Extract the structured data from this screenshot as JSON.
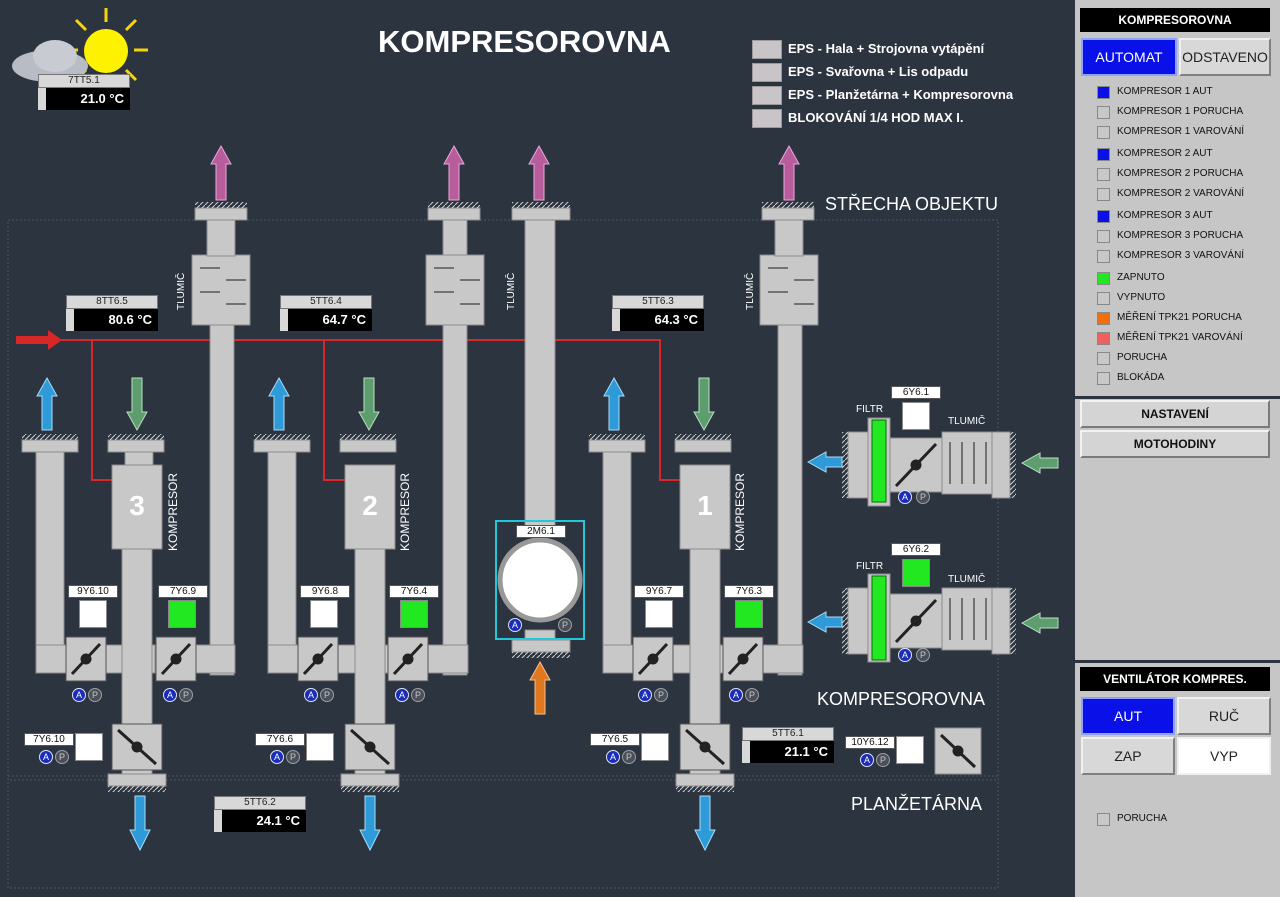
{
  "title": "KOMPRESOROVNA",
  "outdoor_sensor": {
    "tag": "7TT5.1",
    "value": "21.0 °C"
  },
  "eps": [
    {
      "label": "EPS - Hala + Strojovna vytápění"
    },
    {
      "label": "EPS - Svařovna + Lis odpadu"
    },
    {
      "label": "EPS - Planžetárna + Kompresorovna"
    },
    {
      "label": "BLOKOVÁNÍ 1/4 HOD MAX I."
    }
  ],
  "sections": {
    "roof": "STŘECHA OBJEKTU",
    "room": "KOMPRESOROVNA",
    "planz": "PLANŽETÁRNA"
  },
  "silencer_label": "TLUMIČ",
  "compressor_label": "KOMPRESOR",
  "filter_label": "FILTR",
  "ap": {
    "a": "A",
    "p": "P"
  },
  "compressors": [
    {
      "number": "3",
      "temp": {
        "tag": "8TT6.5",
        "value": "80.6 °C"
      },
      "valve_left": "9Y6.10",
      "valve_right": "7Y6.9",
      "valve_bottom": "7Y6.10"
    },
    {
      "number": "2",
      "temp": {
        "tag": "5TT6.4",
        "value": "64.7 °C"
      },
      "valve_left": "9Y6.8",
      "valve_right": "7Y6.4",
      "valve_bottom": "7Y6.6"
    },
    {
      "number": "1",
      "temp": {
        "tag": "5TT6.3",
        "value": "64.3 °C"
      },
      "valve_left": "9Y6.7",
      "valve_right": "7Y6.3",
      "valve_bottom": "7Y6.5"
    }
  ],
  "fan": {
    "tag": "2M6.1"
  },
  "intakes": [
    {
      "tag": "6Y6.1"
    },
    {
      "tag": "6Y6.2"
    }
  ],
  "room_sensor": {
    "tag": "5TT6.1",
    "value": "21.1 °C"
  },
  "planz_sensor": {
    "tag": "5TT6.2",
    "value": "24.1 °C"
  },
  "extra_valve": {
    "tag": "10Y6.12"
  },
  "panel": {
    "title": "KOMPRESOROVNA",
    "automat": "AUTOMAT",
    "odstaveno": "ODSTAVENO",
    "legend": [
      {
        "label": "KOMPRESOR 1 AUT",
        "color": "#0a10e8"
      },
      {
        "label": "KOMPRESOR  1  PORUCHA",
        "color": "#c8c8c8"
      },
      {
        "label": "KOMPRESOR 1 VAROVÁNÍ",
        "color": "#c8c8c8"
      },
      {
        "label": "KOMPRESOR 2 AUT",
        "color": "#0a10e8"
      },
      {
        "label": "KOMPRESOR  2  PORUCHA",
        "color": "#c8c8c8"
      },
      {
        "label": "KOMPRESOR 2 VAROVÁNÍ",
        "color": "#c8c8c8"
      },
      {
        "label": "KOMPRESOR 3 AUT",
        "color": "#0a10e8"
      },
      {
        "label": "KOMPRESOR  3  PORUCHA",
        "color": "#c8c8c8"
      },
      {
        "label": "KOMPRESOR 3 VAROVÁNÍ",
        "color": "#c8c8c8"
      },
      {
        "label": "ZAPNUTO",
        "color": "#22e822"
      },
      {
        "label": "VYPNUTO",
        "color": "#c8c8c8"
      },
      {
        "label": "MĚŘENÍ  TPK21  PORUCHA",
        "color": "#f07010"
      },
      {
        "label": "MĚŘENÍ  TPK21  VAROVÁNÍ",
        "color": "#f06060"
      },
      {
        "label": "PORUCHA",
        "color": "#c8c8c8"
      },
      {
        "label": "BLOKÁDA",
        "color": "#c8c8c8"
      }
    ],
    "nastaveni": "NASTAVENÍ",
    "motohodiny": "MOTOHODINY",
    "vent_title": "VENTILÁTOR KOMPRES.",
    "aut": "AUT",
    "ruc": "RUČ",
    "zap": "ZAP",
    "vyp": "VYP",
    "porucha": "PORUCHA"
  },
  "colors": {
    "background": "#2c3440",
    "pipe": "#c8c8c8",
    "hot_line": "#d62828",
    "green_valve": "#22e822",
    "auto_blue": "#0a10e8",
    "arrow_blue": "#2e9bd8",
    "arrow_pink": "#b85c9c",
    "arrow_green": "#5e9e6e",
    "arrow_orange": "#e07820"
  }
}
